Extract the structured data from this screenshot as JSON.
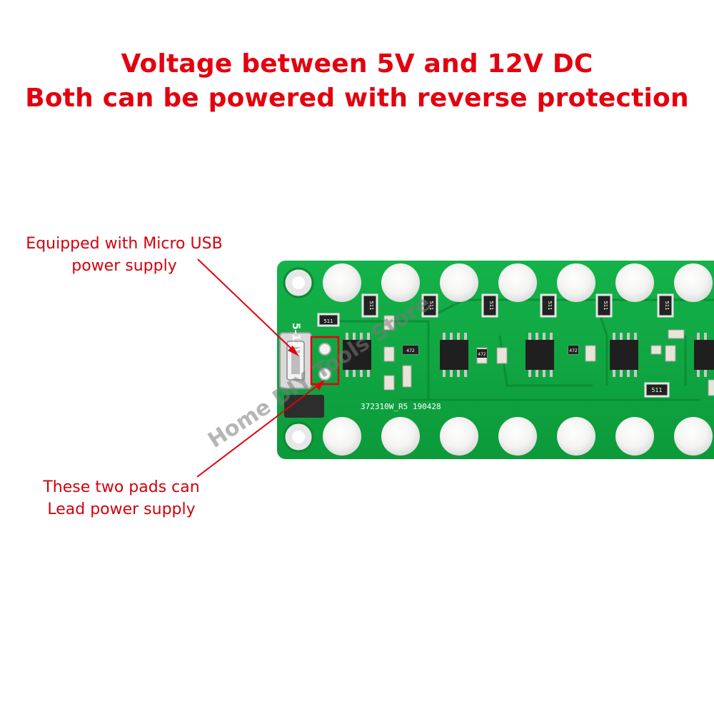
{
  "headline": {
    "line1": "Voltage between 5V and 12V DC",
    "line2": "Both can be powered with reverse protection"
  },
  "callouts": {
    "usb_line1": "Equipped with Micro USB",
    "usb_line2": "power supply",
    "pads_line1": "These two pads can",
    "pads_line2": "Lead power supply"
  },
  "board": {
    "silkscreen_code": "372310W_R5  190428",
    "voltage_marking": "5-12V",
    "resistor_label": "511",
    "small_resistor_label": "472",
    "watermark": "Home DIY Tools Store"
  },
  "colors": {
    "annotation_red": "#e3000f",
    "pcb_green": "#10a843",
    "led_white": "#f4f4f2"
  }
}
